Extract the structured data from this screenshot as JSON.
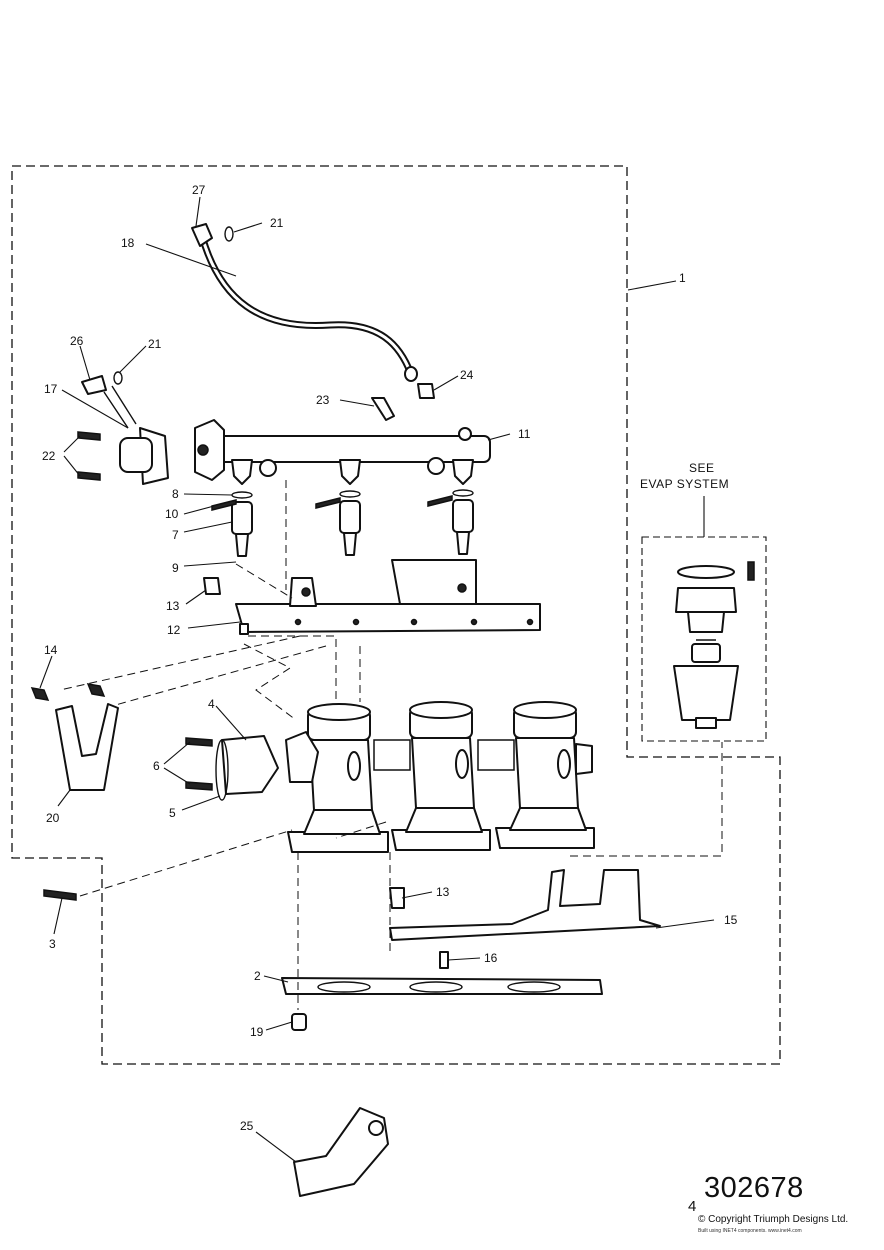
{
  "labels": [
    {
      "id": "1",
      "text": "1"
    },
    {
      "id": "2",
      "text": "2"
    },
    {
      "id": "3",
      "text": "3"
    },
    {
      "id": "4",
      "text": "4"
    },
    {
      "id": "5",
      "text": "5"
    },
    {
      "id": "6",
      "text": "6"
    },
    {
      "id": "7",
      "text": "7"
    },
    {
      "id": "8",
      "text": "8"
    },
    {
      "id": "9",
      "text": "9"
    },
    {
      "id": "10",
      "text": "10"
    },
    {
      "id": "11",
      "text": "11"
    },
    {
      "id": "12",
      "text": "12"
    },
    {
      "id": "13a",
      "text": "13"
    },
    {
      "id": "13b",
      "text": "13"
    },
    {
      "id": "14",
      "text": "14"
    },
    {
      "id": "15",
      "text": "15"
    },
    {
      "id": "16",
      "text": "16"
    },
    {
      "id": "17",
      "text": "17"
    },
    {
      "id": "18",
      "text": "18"
    },
    {
      "id": "19",
      "text": "19"
    },
    {
      "id": "20",
      "text": "20"
    },
    {
      "id": "21a",
      "text": "21"
    },
    {
      "id": "21b",
      "text": "21"
    },
    {
      "id": "22",
      "text": "22"
    },
    {
      "id": "23",
      "text": "23"
    },
    {
      "id": "24",
      "text": "24"
    },
    {
      "id": "25",
      "text": "25"
    },
    {
      "id": "26",
      "text": "26"
    },
    {
      "id": "27",
      "text": "27"
    }
  ],
  "note": {
    "line1": "SEE",
    "line2": "EVAP SYSTEM"
  },
  "footer": {
    "ref_prefix": "4",
    "ref_number": "302678",
    "copyright": "© Copyright Triumph Designs Ltd.",
    "built": "Built using INET4 components. www.inet4.com"
  }
}
